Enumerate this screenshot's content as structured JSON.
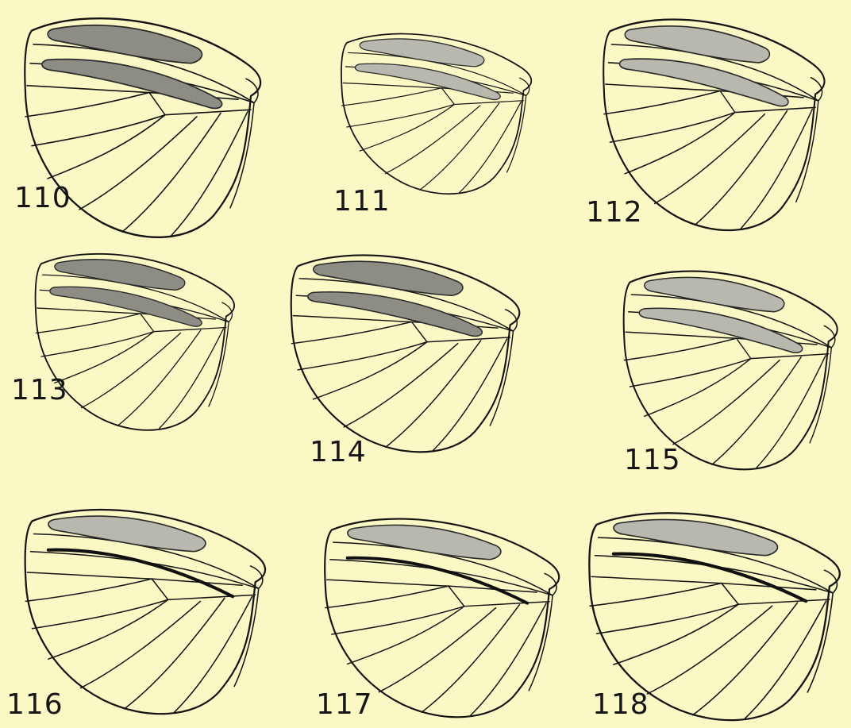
{
  "figures": [
    {
      "number": "110",
      "style": "two-patches-dark"
    },
    {
      "number": "111",
      "style": "two-patches-light"
    },
    {
      "number": "112",
      "style": "two-patches-light"
    },
    {
      "number": "113",
      "style": "two-patches-dark"
    },
    {
      "number": "114",
      "style": "two-patches-dark"
    },
    {
      "number": "115",
      "style": "two-patches-light"
    },
    {
      "number": "116",
      "style": "one-patch"
    },
    {
      "number": "117",
      "style": "one-patch"
    },
    {
      "number": "118",
      "style": "one-patch"
    }
  ],
  "colors": {
    "background": "#faf8c4",
    "line": "#141414",
    "patch_fill": "#b8b8ae"
  }
}
